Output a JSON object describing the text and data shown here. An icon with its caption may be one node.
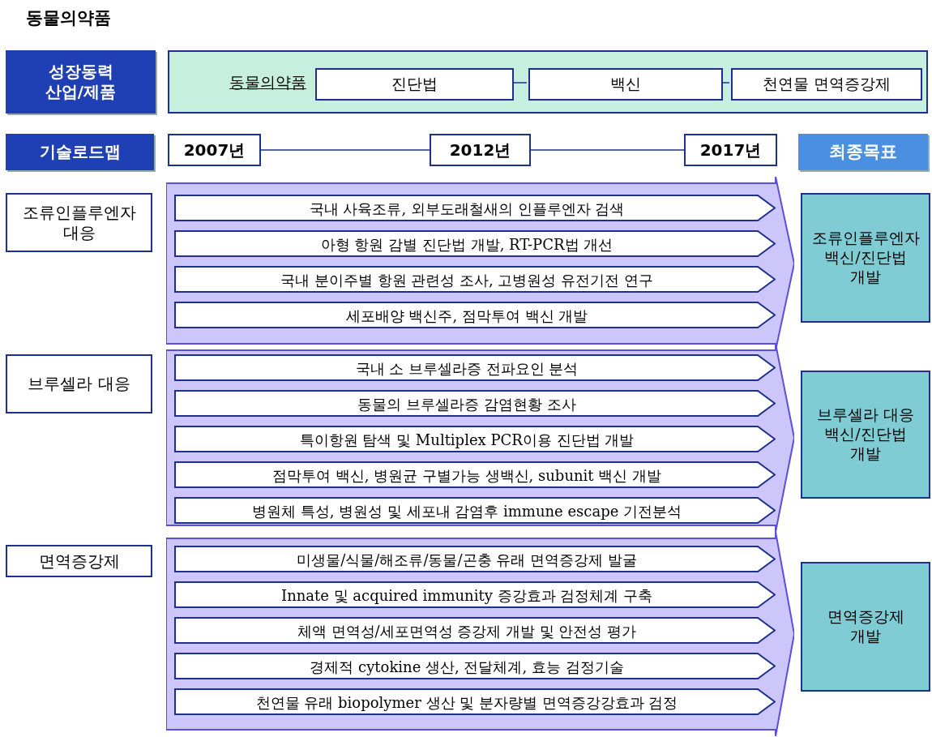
{
  "diagram": {
    "title": "동물의약품",
    "nodes": [
      {
        "text": [
          "성장동력 산업/제품"
        ]
      },
      {
        "text": [
          "동물의약품"
        ]
      },
      {
        "text": [
          "진단법"
        ],
        "in": 1
      },
      {
        "text": [
          "백신"
        ],
        "in": 1
      },
      {
        "text": [
          "천연물 면역증강제"
        ],
        "in": 1
      },
      {
        "text": [
          "기술로드맵"
        ]
      },
      {
        "text": [
          "2007년"
        ]
      },
      {
        "text": [
          "2012년"
        ]
      },
      {
        "text": [
          "2017년"
        ]
      },
      {
        "text": [
          "최종목표"
        ]
      },
      {
        "text": [
          "조류인플루엔자 대응"
        ]
      },
      {
        "text": [],
        "shape": "arrow"
      },
      {
        "text": [
          "국내 사육조류, 외부도래철새의 인플루엔자 검색"
        ],
        "in": 11
      },
      {
        "text": [
          "아형 항원 감별 진단법 개발, RT-PCR법 개선"
        ],
        "in": 11
      },
      {
        "text": [
          "국내 분이주별 항원 관련성 조사, 고병원성 유전기전 연구"
        ],
        "in": 11
      },
      {
        "text": [
          "세포배양 백신주, 점막투여 백신 개발"
        ],
        "in": 11
      },
      {
        "text": [
          "조류인플루엔자 백신/진단법 개발"
        ]
      },
      {
        "text": [
          "브루셀라 대응"
        ]
      },
      {
        "text": [],
        "shape": "arrow"
      },
      {
        "text": [
          "국내 소 브루셀라증 전파요인 분석"
        ],
        "in": 18
      },
      {
        "text": [
          "동물의 브루셀라증 감염현황 조사"
        ],
        "in": 18
      },
      {
        "text": [
          "특이항원 탐색 및 Multiplex PCR이용 진단법 개발"
        ],
        "in": 18
      },
      {
        "text": [
          "점막투여 백신, 병원균 구별가능 생백신, subunit 백신 개발"
        ],
        "in": 18
      },
      {
        "text": [
          "병원체 특성, 병원성 및 세포내 감염후 immune escape 기전분석"
        ],
        "in": 18
      },
      {
        "text": [
          "브루셀라 대응 백신/진단법 개발"
        ]
      },
      {
        "text": [
          "면역증강제"
        ]
      },
      {
        "text": [],
        "shape": "arrow"
      },
      {
        "text": [
          "미생물/식물/해조류/동물/곤충 유래 면역증강제 발굴"
        ],
        "in": 26
      },
      {
        "text": [
          "Innate 및 acquired immunity 증강효과 검정체계 구축"
        ],
        "in": 26
      },
      {
        "text": [
          "체액 면역성/세포면역성 증강제 개발 및 안전성 평가"
        ],
        "in": 26
      },
      {
        "text": [
          "경제적 cytokine 생산, 전달체계, 효능 검정기술"
        ],
        "in": 26
      },
      {
        "text": [
          "천연물 유래 biopolymer 생산 및 분자량별 면역증강강효과 검정"
        ],
        "in": 26
      },
      {
        "text": [
          "면역증강제 개발"
        ]
      }
    ],
    "edges": [
      {
        "from": 2,
        "to": 3,
        "arrow": "none"
      },
      {
        "from": 3,
        "to": 4,
        "arrow": "none"
      },
      {
        "from": 6,
        "to": 7,
        "arrow": "none"
      },
      {
        "from": 7,
        "to": 8,
        "arrow": "none"
      }
    ]
  }
}
